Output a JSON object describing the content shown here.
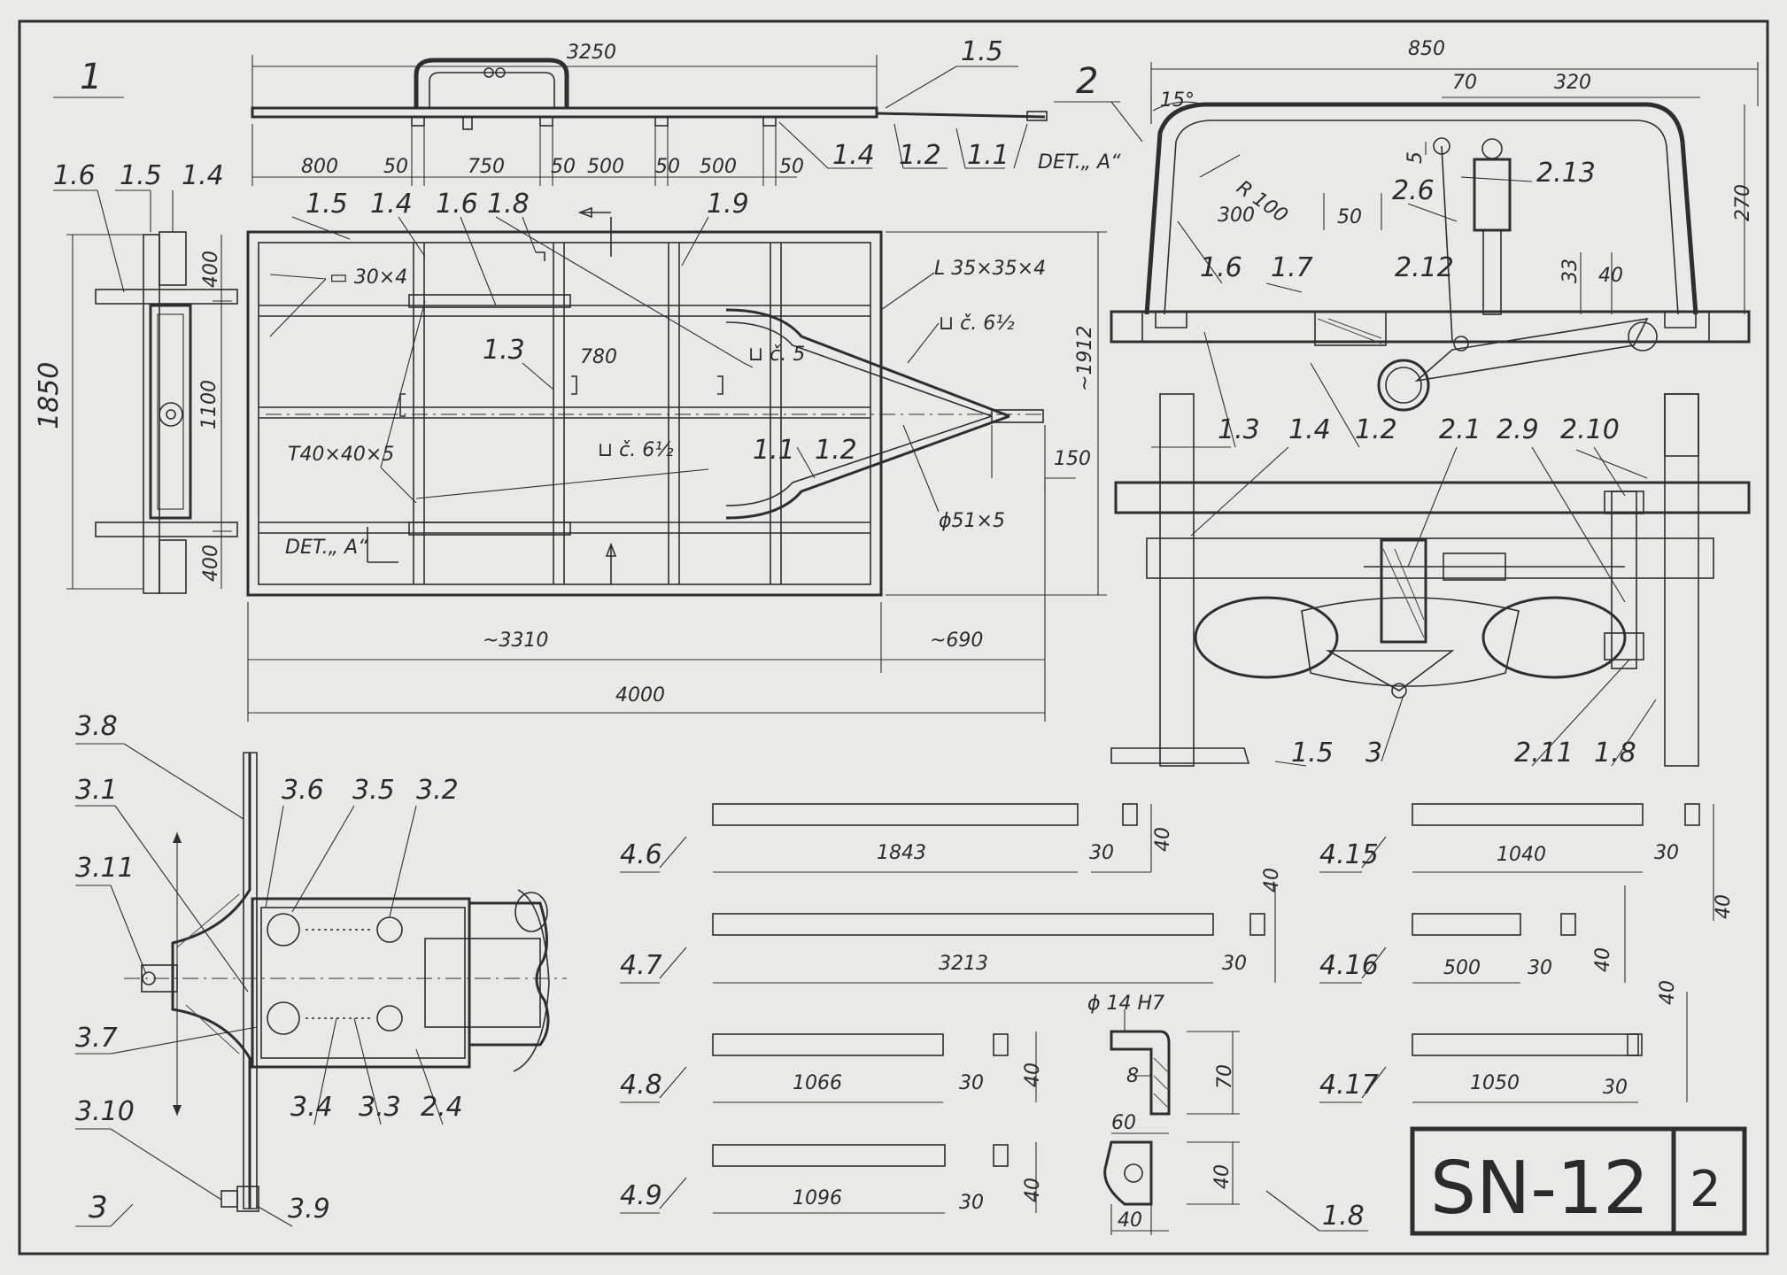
{
  "drawing": {
    "code": "SN-12",
    "sheet": "2"
  },
  "view_numbers": [
    "1",
    "2",
    "3"
  ],
  "colors": {
    "paper": "#e9e9e7",
    "ink": "#2e2e2e"
  },
  "view1_top_labels": [
    "1.5",
    "1.4",
    "1.2",
    "1.1",
    "DET.„ A“"
  ],
  "view1_top_dims": [
    "3250",
    "800",
    "50",
    "750",
    "50",
    "500",
    "50",
    "500",
    "50"
  ],
  "view1_side_labels": [
    "1.6",
    "1.5",
    "1.4"
  ],
  "view1_side_dims": [
    "1850",
    "400",
    "1100",
    "400"
  ],
  "view1_plan_labels": [
    "1.5",
    "1.4",
    "1.6",
    "1.8",
    "1.9",
    "1.3",
    "1.1",
    "1.2",
    "DET.„ A“"
  ],
  "view1_plan_notes": [
    "▭ 30×4",
    "T40×40×5",
    "⊔ č. 6½",
    "⊔ č. 5",
    "⊔ č. 6½",
    "L 35×35×4",
    "ϕ51×5"
  ],
  "view1_plan_dims": [
    "780",
    "~1912",
    "150",
    "~3310",
    "~690",
    "4000"
  ],
  "view2_labels": [
    "1.6",
    "1.7",
    "2.6",
    "2.13",
    "2.12",
    "1.3",
    "1.4",
    "1.2",
    "2.1",
    "2.9",
    "2.10",
    "1.5",
    "3",
    "2.11",
    "1.8"
  ],
  "view2_dims": [
    "850",
    "70",
    "320",
    "15°",
    "R 100",
    "300",
    "50",
    "5",
    "270",
    "33",
    "40"
  ],
  "view3_labels": [
    "3.8",
    "3.1",
    "3.6",
    "3.5",
    "3.2",
    "3.11",
    "3.7",
    "3.10",
    "3.4",
    "3.3",
    "2.4",
    "3",
    "3.9"
  ],
  "parts": [
    {
      "id": "4.6",
      "length": "1843"
    },
    {
      "id": "4.7",
      "length": "3213"
    },
    {
      "id": "4.8",
      "length": "1066"
    },
    {
      "id": "4.9",
      "length": "1096"
    },
    {
      "id": "4.15",
      "length": "1040"
    },
    {
      "id": "4.16",
      "length": "500"
    },
    {
      "id": "4.17",
      "length": "1050"
    }
  ],
  "section_dims": [
    "30",
    "40"
  ],
  "bracket": {
    "label": "1.8",
    "hole": "ϕ 14 H7",
    "dims": [
      "8",
      "70",
      "60",
      "40",
      "40"
    ]
  }
}
